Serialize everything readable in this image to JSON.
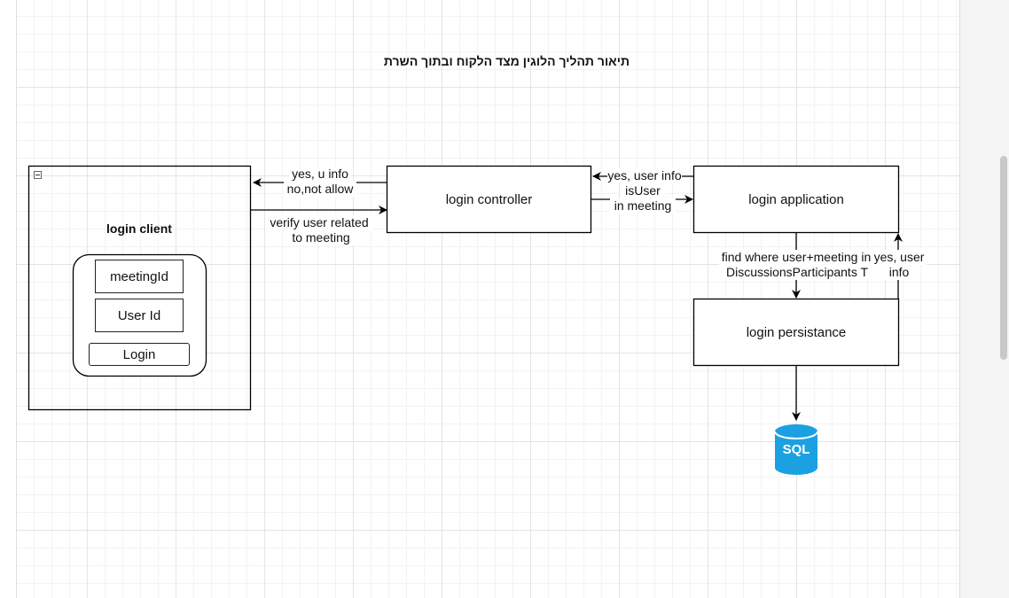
{
  "page_title": "תיאור תהליך הלוגין מצד הלקוח ובתוך השרת",
  "login_client": {
    "title": "login client",
    "fields": {
      "meeting": "meetingId",
      "user": "User Id"
    },
    "login_button": "Login"
  },
  "nodes": {
    "controller": "login controller",
    "application": "login application",
    "persistance": "login persistance",
    "database": "SQL"
  },
  "edges": {
    "controller_to_client": [
      "yes, u info",
      "no,not allow"
    ],
    "client_to_controller": [
      "verify user related",
      "to meeting"
    ],
    "application_to_controller": "yes, user info",
    "controller_to_application": [
      "isUser",
      "in meeting"
    ],
    "application_to_persistance": [
      "find where user+meeting in",
      "DiscussionsParticipants T"
    ],
    "persistance_to_application": [
      "yes, user",
      "info"
    ]
  },
  "colors": {
    "line": "#000000",
    "database": "#1ba1e2",
    "grid": "#e4e4e4"
  }
}
